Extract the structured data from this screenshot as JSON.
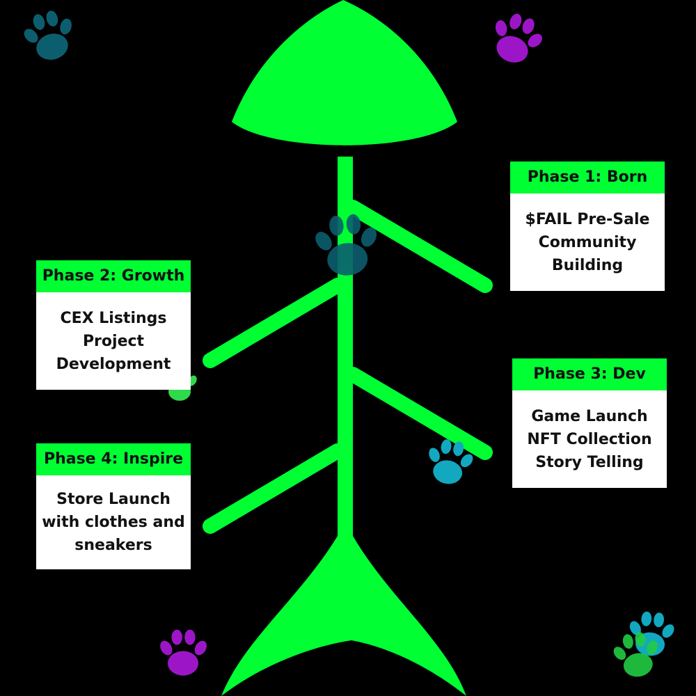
{
  "phases": [
    {
      "title": "Phase 1: Born",
      "lines": [
        "$FAIL Pre-Sale",
        "Community",
        "Building"
      ]
    },
    {
      "title": "Phase 2: Growth",
      "lines": [
        "CEX Listings",
        "Project",
        "Development"
      ]
    },
    {
      "title": "Phase 3: Dev",
      "lines": [
        "Game Launch",
        "NFT Collection",
        "Story Telling"
      ]
    },
    {
      "title": "Phase 4: Inspire",
      "lines": [
        "Store Launch",
        "with clothes and",
        "sneakers"
      ]
    }
  ],
  "icons": [
    "fish-skeleton-icon",
    "paw-print-icon"
  ],
  "colors": {
    "background": "#000000",
    "fish": "#00ff33",
    "header_bg": "#00ff33",
    "card_bg": "#ffffff",
    "text": "#111111",
    "paw_teal": "#0c5e6e",
    "paw_purple": "#9c16c8",
    "paw_cyan": "#12a8c0",
    "paw_green": "#22cc44"
  }
}
